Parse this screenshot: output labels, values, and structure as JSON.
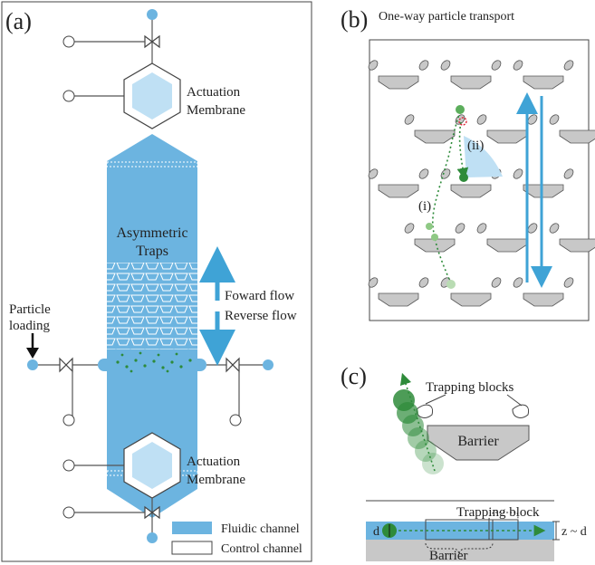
{
  "panel_a": {
    "label": "(a)",
    "top_membrane_label_line1": "Actuation",
    "top_membrane_label_line2": "Membrane",
    "traps_label_line1": "Asymmetric",
    "traps_label_line2": "Traps",
    "forward_flow": "Foward flow",
    "reverse_flow": "Reverse flow",
    "particle_loading_line1": "Particle",
    "particle_loading_line2": "loading",
    "bottom_membrane_label_line1": "Actuation",
    "bottom_membrane_label_line2": "Membrane",
    "legend_fluidic": "Fluidic channel",
    "legend_control": "Control channel"
  },
  "panel_b": {
    "label": "(b)",
    "title": "One-way particle transport",
    "marker_i": "(i)",
    "marker_ii": "(ii)"
  },
  "panel_c": {
    "label": "(c)",
    "trapping_blocks": "Trapping blocks",
    "barrier": "Barrier",
    "trapping_block": "Trapping block",
    "d_label": "d",
    "z_label": "z ~ d",
    "barrier_bottom": "Barrier"
  },
  "colors": {
    "fluidic": "#6cb4e0",
    "light_blue": "#bfe0f4",
    "green": "#2e8b3a",
    "gray": "#c8c8c8",
    "arrow_blue": "#3fa3d6"
  }
}
